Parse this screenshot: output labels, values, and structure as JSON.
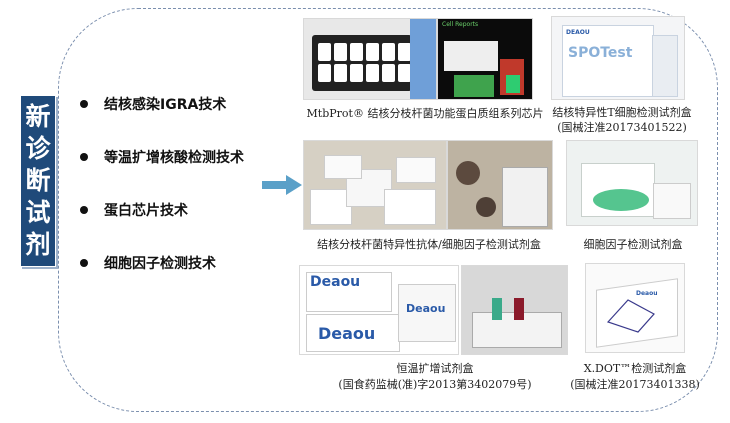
{
  "sidebar_title": [
    "新",
    "诊",
    "断",
    "试",
    "剂"
  ],
  "bullets": [
    "结核感染IGRA技术",
    "等温扩增核酸检测技术",
    "蛋白芯片技术",
    "细胞因子检测技术"
  ],
  "images": {
    "chip_report": {
      "header": "Cell Reports"
    },
    "spotest": {
      "brand": "DEAOU",
      "product": "SPOTest"
    },
    "isothermal": {
      "brand": "Deaou"
    },
    "xdot": {
      "brand": "Deaou"
    }
  },
  "captions": {
    "chip": "MtbProt® 结核分枝杆菌功能蛋白质组系列芯片",
    "spot_line1": "结核特异性T细胞检测试剂盒",
    "spot_line2": "(国械注准20173401522)",
    "antibody": "结核分枝杆菌特异性抗体/细胞因子检测试剂盒",
    "cytokine": "细胞因子检测试剂盒",
    "iso_line1": "恒温扩增试剂盒",
    "iso_line2": "(国食药监械(准)字2013第3402079号)",
    "xdot_line1": "X.DOT™检测试剂盒",
    "xdot_line2": "(国械注准20173401338)"
  },
  "colors": {
    "sidebar_bg": "#1f4a7a",
    "arrow": "#5aa0c8",
    "frame": "#7b8fae"
  }
}
